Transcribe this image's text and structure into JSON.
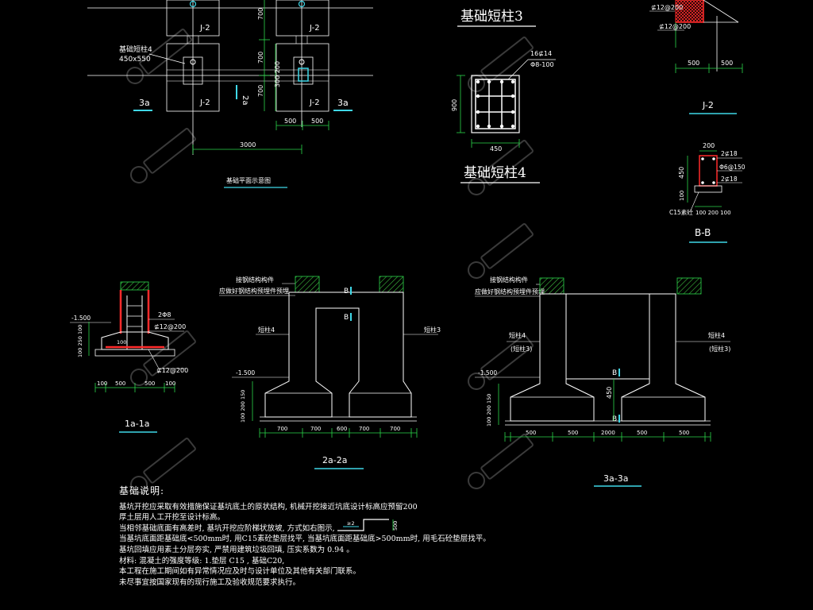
{
  "colors": {
    "background": "#000000",
    "line_white": "#ffffff",
    "line_green": "#2bd64a",
    "line_cyan": "#3fd8e8",
    "line_red": "#ff2b2b",
    "line_yellow": "#f0e000",
    "hatch_green": "#3fbf3f",
    "watermark": "#3a3a3a"
  },
  "plan": {
    "labels_j2": [
      "J-2",
      "J-2",
      "J-2",
      "J-2"
    ],
    "column_label": "基础短柱4",
    "column_size": "450x550",
    "dim_bottom": "3000",
    "dim_500_left": "500",
    "dim_500_right": "500",
    "dim_700_a": "700",
    "dim_700_b": "700",
    "dim_700_c": "700",
    "dim_300_200": "300 200",
    "section_left": "3a",
    "section_right": "3a",
    "section_mid": "2a",
    "title": "基础平面示意图"
  },
  "col3": {
    "title": "基础短柱3"
  },
  "col4": {
    "title": "基础短柱4",
    "rebar_main": "16⊈14",
    "rebar_stirrup": "Φ8-100",
    "height": "900",
    "width": "450"
  },
  "j2": {
    "label": "J-2",
    "rebar_a": "⊈12@200",
    "rebar_b": "⊈12@200",
    "dim_left": "500",
    "dim_right": "500"
  },
  "bb": {
    "label": "B-B",
    "dim_top": "200",
    "rebar_top": "2⊈18",
    "rebar_mid": "Φ6@150",
    "rebar_bot": "2⊈18",
    "dim_h": "450",
    "dim_100": "100",
    "c15": "C15素砼",
    "dims_bottom": "100 200 100"
  },
  "sec1a": {
    "label": "1a-1a",
    "elev": "-1.500",
    "rebar_a": "2Φ8",
    "rebar_b": "⊈12@200",
    "rebar_c": "⊈12@200",
    "dim_vert": "100 250 100",
    "dim_100": "100",
    "dims": [
      "100",
      "500",
      "500",
      "100"
    ]
  },
  "sec2a": {
    "label": "2a-2a",
    "note1": "接钢结构构件",
    "note2": "应做好钢结构预埋件预埋",
    "left_col": "短柱4",
    "right_col": "短柱3",
    "elev": "-1.500",
    "dim_vert": "100 200 150",
    "beam_mark": "B",
    "dims": [
      "700",
      "700",
      "600",
      "700",
      "700"
    ]
  },
  "sec3a": {
    "label": "3a-3a",
    "note1": "接钢结构构件",
    "note2": "应做好钢结构预埋件预埋",
    "left_col": "短柱4",
    "left_col_alt": "(短柱3)",
    "right_col": "短柱4",
    "right_col_alt": "(短柱3)",
    "elev": "-1.500",
    "dim_vert": "100 200 150",
    "dim_450": "450",
    "beam_mark": "B",
    "dims": [
      "500",
      "500",
      "2000",
      "500",
      "500"
    ]
  },
  "notes": {
    "title": "基础说明:",
    "lines": [
      "基坑开挖应采取有效措施保证基坑底土的原状结构, 机械开挖接近坑底设计标高应预留200",
      "厚土层用人工开挖至设计标高。",
      "当相邻基础底面有高差时, 基坑开挖应阶梯状放坡, 方式如右图示,",
      "当基坑底面距基础底<500mm时, 用C15素砼垫层找平, 当基坑底面距基础底>500mm时, 用毛石砼垫层找平。",
      "基坑回填应用素土分层夯实, 严禁用建筑垃圾回填, 压实系数为 0.94 。",
      "材料: 混凝土的强度等级: 1.垫层 C15 , 基础C20,",
      "本工程在施工期间如有异常情况应及时与设计单位及其他有关部门联系。",
      "未尽事宜按国家现有的现行施工及验收规范要求执行。"
    ],
    "step_mark": "≥2",
    "step_dim": "500"
  }
}
